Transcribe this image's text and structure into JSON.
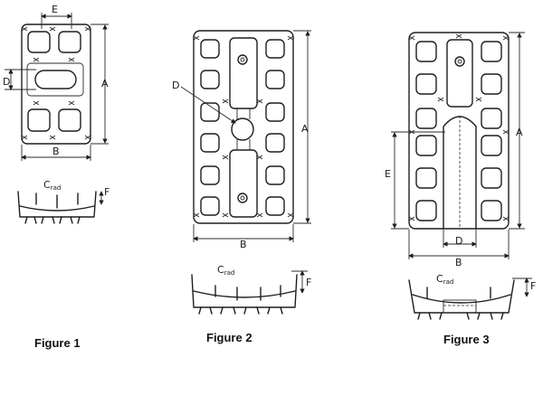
{
  "figures": [
    {
      "caption": "Figure 1",
      "labels": {
        "E": "E",
        "D": "D",
        "A": "A",
        "B": "B",
        "C": "C",
        "C_sub": "rad",
        "F": "F"
      }
    },
    {
      "caption": "Figure 2",
      "labels": {
        "D": "D",
        "A": "A",
        "B": "B",
        "C": "C",
        "C_sub": "rad",
        "F": "F"
      }
    },
    {
      "caption": "Figure 3",
      "labels": {
        "E": "E",
        "A": "A",
        "D": "D",
        "B": "B",
        "C": "C",
        "C_sub": "rad",
        "F": "F"
      }
    }
  ]
}
